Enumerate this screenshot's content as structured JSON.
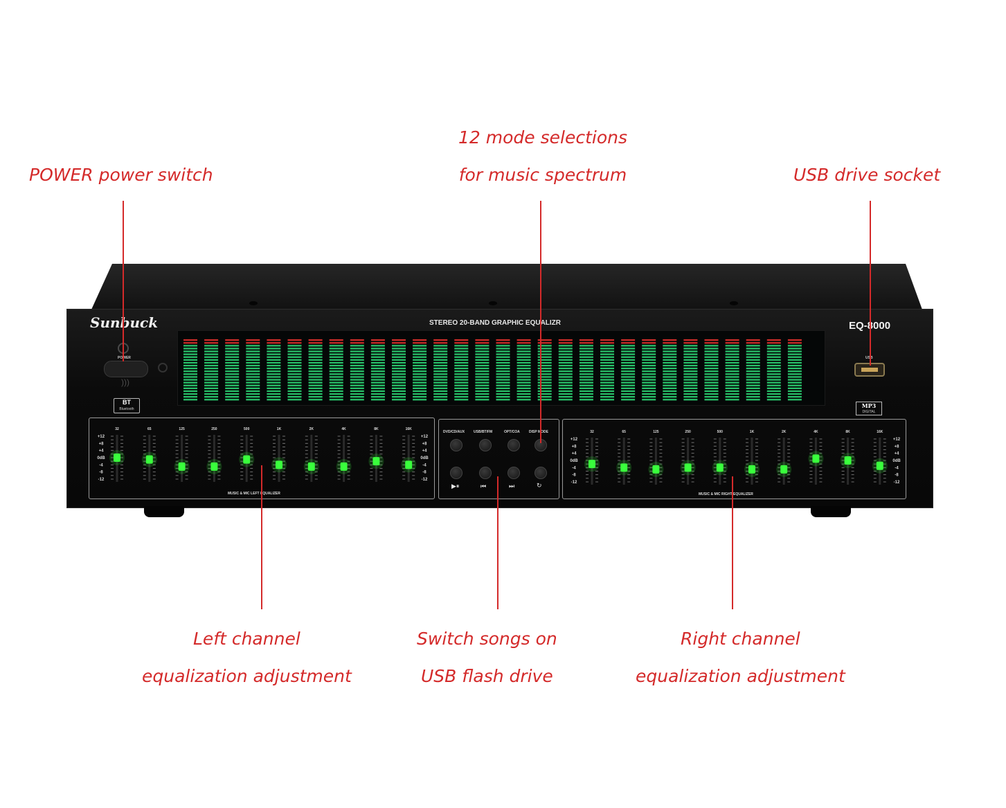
{
  "callouts": {
    "power": "POWER power switch",
    "mode_line1": "12 mode selections",
    "mode_line2": "for music spectrum",
    "usb": "USB drive socket",
    "left_line1": "Left channel",
    "left_line2": "equalization adjustment",
    "songs_line1": "Switch songs on",
    "songs_line2": "USB flash drive",
    "right_line1": "Right channel",
    "right_line2": "equalization adjustment"
  },
  "device": {
    "brand": "Sunbuck",
    "model": "EQ-8000",
    "title": "STEREO 20-BAND GRAPHIC EQUALIZR",
    "power_label": "POWER",
    "bt_main": "BT",
    "bt_sub": "Bluetooth",
    "usb_label": "USB",
    "mp3_main": "MP3",
    "mp3_sub": "DIGITAL"
  },
  "display": {
    "bars": 30,
    "segments": 22,
    "red_segments": 2
  },
  "equalizer": {
    "frequencies": [
      "32",
      "65",
      "125",
      "250",
      "500",
      "1K",
      "2K",
      "4K",
      "8K",
      "16K"
    ],
    "scale": [
      "+12",
      "+8",
      "+4",
      "0dB",
      "-4",
      "-8",
      "-12"
    ],
    "range_db": [
      -12,
      12
    ],
    "left": {
      "label": "MUSIC & MIC LEFT EQUALIZER",
      "levels_db": [
        0,
        -1,
        -5,
        -5,
        -1,
        -4,
        -5,
        -5,
        -2,
        -4
      ]
    },
    "right": {
      "label": "MUSIC & MIC RIGHT EQUALIZER",
      "levels_db": [
        -2,
        -4,
        -5,
        -4,
        -4,
        -5,
        -5,
        1,
        0,
        -3
      ]
    }
  },
  "controls": {
    "inputs": [
      "DVD/CD/AUX",
      "USB/BT/FM",
      "OPT/COA",
      "DISP MODE"
    ],
    "play": "▶⏸",
    "prev": "⏮",
    "next": "⏭",
    "repeat": "↻"
  },
  "colors": {
    "callout": "#d42a2a",
    "led_green": "#2fe07a",
    "led_red": "#e0322d",
    "slider_glow": "#39ff3c"
  }
}
